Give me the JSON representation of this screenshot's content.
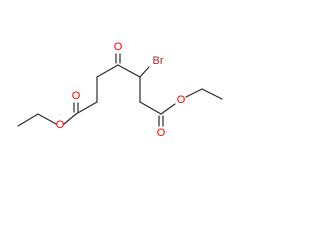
{
  "structure": {
    "atoms": {
      "br": "Br",
      "ketone_o": "O",
      "ester1_carbonyl_o": "O",
      "ester1_ether_o": "O",
      "ester2_carbonyl_o": "O",
      "ester2_ether_o": "O"
    },
    "colors": {
      "oxygen": "#ff0000",
      "bromine": "#a52a2a",
      "bond": "#2b2b2b",
      "background": "#ffffff"
    }
  }
}
